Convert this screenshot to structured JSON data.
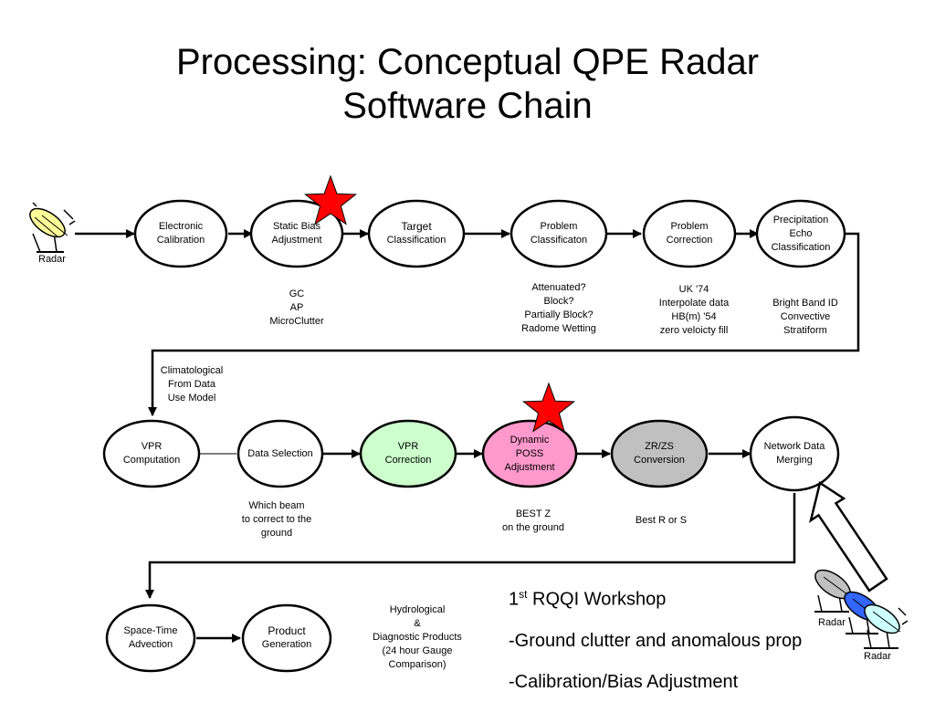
{
  "title": {
    "line1": "Processing: Conceptual QPE Radar",
    "line2": "Software Chain"
  },
  "radar_labels": [
    "Radar",
    "Radar",
    "Radar"
  ],
  "nodes": {
    "electronic_calibration": [
      "Electronic",
      "Calibration"
    ],
    "static_bias_adjustment": [
      "Static Bias",
      "Adjustment"
    ],
    "target_classification": [
      "Target",
      "Classification"
    ],
    "problem_classification": [
      "Problem",
      "Classificaton"
    ],
    "problem_correction": [
      "Problem",
      "Correction"
    ],
    "precipitation_echo_classification": [
      "Precipitation",
      "Echo",
      "Classification"
    ],
    "vpr_computation": [
      "VPR",
      "Computation"
    ],
    "data_selection": [
      "Data Selection"
    ],
    "vpr_correction": [
      "VPR",
      "Correction"
    ],
    "dynamic_poss_adjustment": [
      "Dynamic",
      "POSS",
      "Adjustment"
    ],
    "zr_zs_conversion": [
      "ZR/ZS",
      "Conversion"
    ],
    "network_data_merging": [
      "Network Data",
      "Merging"
    ],
    "space_time_advection": [
      "Space-Time",
      "Advection"
    ],
    "product_generation": [
      "Product",
      "Generation"
    ]
  },
  "notes": {
    "static_bias": [
      "GC",
      "AP",
      "MicroClutter"
    ],
    "problem_classification": [
      "Attenuated?",
      "Block?",
      "Partially Block?",
      "Radome Wetting"
    ],
    "problem_correction": [
      "UK '74",
      "Interpolate data",
      "HB(m) '54",
      "zero veloicty fill"
    ],
    "precipitation_echo": [
      "Bright Band ID",
      "Convective",
      "Stratiform"
    ],
    "climatological": [
      "Climatological",
      "From Data",
      "Use Model"
    ],
    "data_selection": [
      "Which beam",
      "to correct to the",
      "ground"
    ],
    "dynamic_poss": [
      "BEST Z",
      "on the ground"
    ],
    "zr_zs": [
      "Best R or S"
    ],
    "hydrological": [
      "Hydrological",
      "&",
      "Diagnostic Products",
      "(24 hour Gauge",
      "Comparison)"
    ]
  },
  "workshop": {
    "title_prefix": "1",
    "title_sup": "st",
    "title_rest": " RQQI Workshop",
    "items": [
      "-Ground clutter and anomalous prop",
      "-Calibration/Bias Adjustment"
    ]
  },
  "colors": {
    "vpr_correction_fill": "#ccffcc",
    "dynamic_poss_fill": "#ff99cc",
    "zr_zs_fill": "#c0c0c0",
    "star_fill": "#ff0000",
    "radar_dish": "#ffff99",
    "radar_dish_blue": "#3366ff",
    "radar_dish_cyan": "#ccffff"
  }
}
